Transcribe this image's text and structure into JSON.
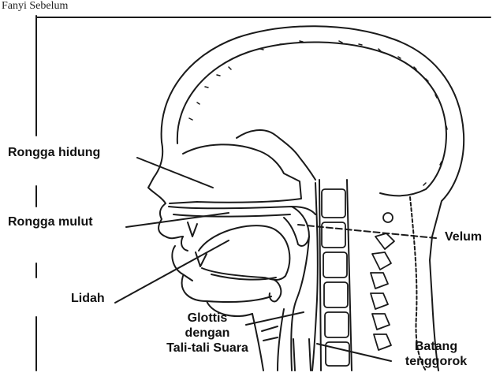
{
  "caption": "Fanyi Sebelum",
  "labels": {
    "nasal_cavity": "Rongga hidung",
    "oral_cavity": "Rongga mulut",
    "tongue": "Lidah",
    "velum": "Velum",
    "glottis_line1": "Glottis",
    "glottis_line2": "dengan",
    "glottis_line3": "Tali-tali Suara",
    "trachea_line1": "Batang",
    "trachea_line2": "tenggorok"
  },
  "colors": {
    "ink": "#1a1a1a",
    "bone_fill": "#ffffff",
    "background": "#ffffff"
  }
}
